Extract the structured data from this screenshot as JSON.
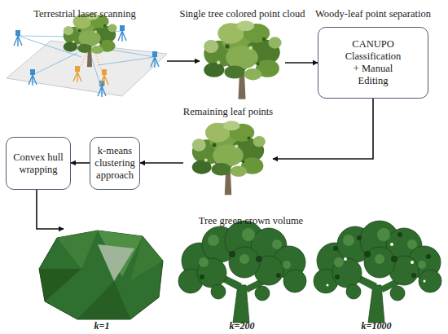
{
  "diagram": {
    "nodes": [
      {
        "text": [
          "Terrestrial laser scanning"
        ]
      },
      {
        "text": [
          "Single tree colored point cloud"
        ]
      },
      {
        "text": [
          "Woody-leaf point separation",
          "CANUPO Classification + Manual Editing"
        ]
      },
      {
        "text": [
          "Remaining leaf points"
        ]
      },
      {
        "text": [
          "k-means clustering approach"
        ]
      },
      {
        "text": [
          "Convex hull wrapping"
        ]
      },
      {
        "text": [
          "Tree green crown volume"
        ]
      }
    ],
    "edges": [
      {
        "from": 0,
        "to": 1,
        "arrow": "to"
      },
      {
        "from": 1,
        "to": 2,
        "arrow": "to"
      },
      {
        "from": 2,
        "to": 3,
        "arrow": "to"
      },
      {
        "from": 3,
        "to": 4,
        "arrow": "to"
      },
      {
        "from": 4,
        "to": 5,
        "arrow": "to"
      },
      {
        "from": 5,
        "to": 6,
        "arrow": "to"
      }
    ],
    "labels": [
      "k=1",
      "k=200",
      "k=1000"
    ]
  }
}
